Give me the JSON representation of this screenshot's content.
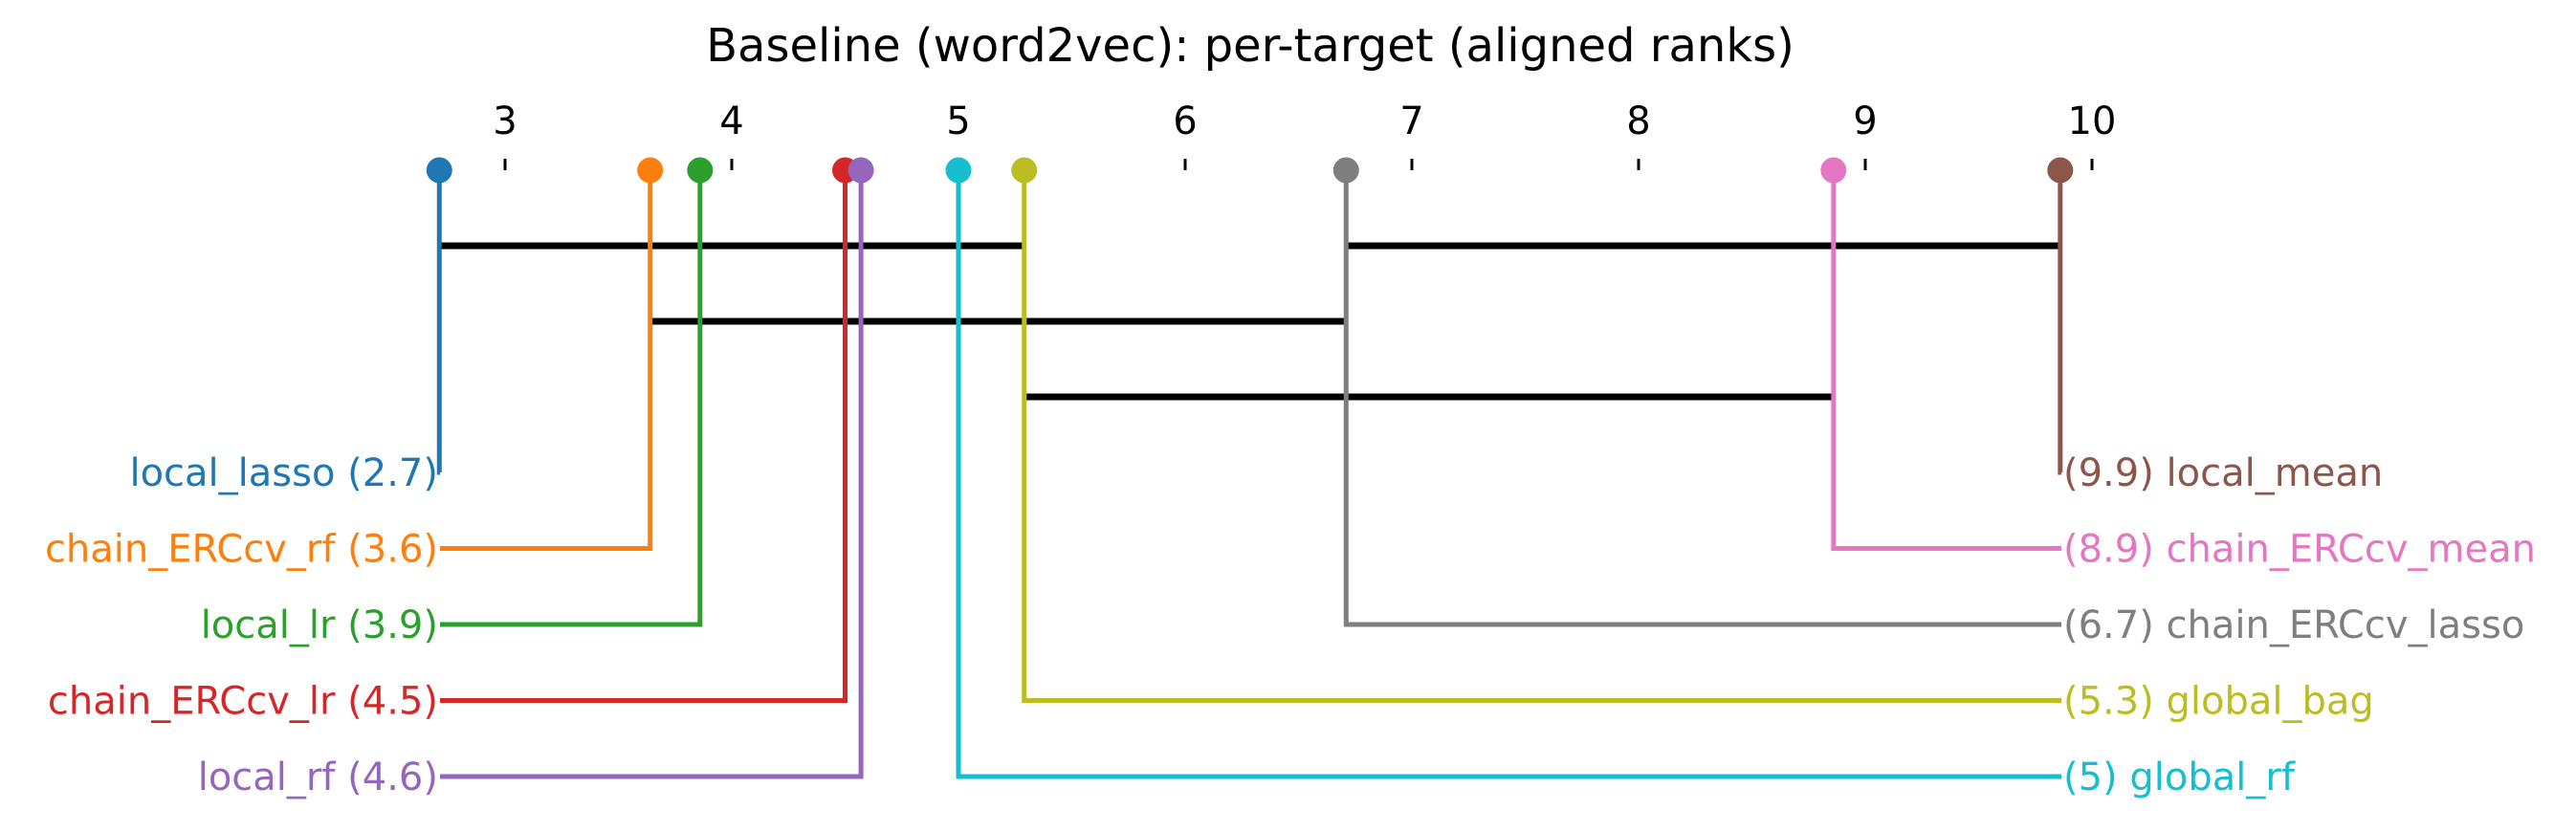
{
  "chart_data": {
    "type": "critical-difference-diagram",
    "title": "Baseline (word2vec): per-target (aligned ranks)",
    "axis": {
      "range": [
        2.7,
        10.0
      ],
      "ticks": [
        3,
        4,
        5,
        6,
        7,
        8,
        9,
        10
      ],
      "tick_labels": [
        "3",
        "4",
        "5",
        "6",
        "7",
        "8",
        "9",
        "10"
      ]
    },
    "methods": [
      {
        "name": "local_lasso",
        "rank": 2.71,
        "rank_label": "2.7",
        "color": "#1f77b4",
        "side": "left",
        "label": "local_lasso (2.7)"
      },
      {
        "name": "chain_ERCcv_rf",
        "rank": 3.64,
        "rank_label": "3.6",
        "color": "#ff7f0e",
        "side": "left",
        "label": "chain_ERCcv_rf (3.6)"
      },
      {
        "name": "local_lr",
        "rank": 3.86,
        "rank_label": "3.9",
        "color": "#2ca02c",
        "side": "left",
        "label": "local_lr (3.9)"
      },
      {
        "name": "chain_ERCcv_lr",
        "rank": 4.5,
        "rank_label": "4.5",
        "color": "#d62728",
        "side": "left",
        "label": "chain_ERCcv_lr (4.5)"
      },
      {
        "name": "local_rf",
        "rank": 4.57,
        "rank_label": "4.6",
        "color": "#9467bd",
        "side": "left",
        "label": "local_rf (4.6)"
      },
      {
        "name": "global_rf",
        "rank": 5.0,
        "rank_label": "5",
        "color": "#17becf",
        "side": "right",
        "label": "(5) global_rf"
      },
      {
        "name": "global_bag",
        "rank": 5.29,
        "rank_label": "5.3",
        "color": "#bcbd22",
        "side": "right",
        "label": "(5.3) global_bag"
      },
      {
        "name": "chain_ERCcv_lasso",
        "rank": 6.71,
        "rank_label": "6.7",
        "color": "#7f7f7f",
        "side": "right",
        "label": "(6.7) chain_ERCcv_lasso"
      },
      {
        "name": "chain_ERCcv_mean",
        "rank": 8.86,
        "rank_label": "8.9",
        "color": "#e377c2",
        "side": "right",
        "label": "(8.9) chain_ERCcv_mean"
      },
      {
        "name": "local_mean",
        "rank": 9.86,
        "rank_label": "9.9",
        "color": "#8c564b",
        "side": "right",
        "label": "(9.9) local_mean"
      }
    ],
    "cliques": [
      {
        "from": 2.71,
        "to": 5.29
      },
      {
        "from": 6.71,
        "to": 9.86
      },
      {
        "from": 3.64,
        "to": 6.71
      },
      {
        "from": 5.29,
        "to": 8.86
      }
    ]
  }
}
